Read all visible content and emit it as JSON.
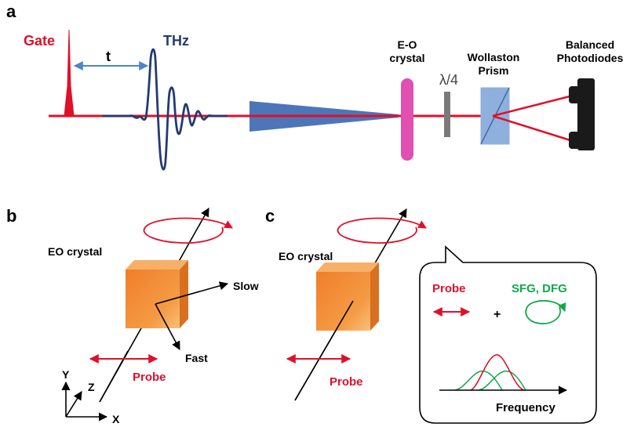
{
  "panels": {
    "a": {
      "letter": "a"
    },
    "b": {
      "letter": "b"
    },
    "c": {
      "letter": "c"
    }
  },
  "panel_a": {
    "gate": "Gate",
    "delay": "t",
    "thz": "THz",
    "eo_crystal_line1": "E-O",
    "eo_crystal_line2": "crystal",
    "waveplate": "λ/4",
    "wollaston_line1": "Wollaston",
    "wollaston_line2": "Prism",
    "photodiodes_line1": "Balanced",
    "photodiodes_line2": "Photodiodes"
  },
  "panel_b": {
    "eo_crystal": "EO crystal",
    "slow": "Slow",
    "fast": "Fast",
    "probe": "Probe",
    "axis_y": "Y",
    "axis_z": "Z",
    "axis_x": "X"
  },
  "panel_c": {
    "eo_crystal": "EO crystal",
    "probe": "Probe",
    "bubble_probe": "Probe",
    "plus": "+",
    "sfg_dfg": "SFG, DFG",
    "frequency": "Frequency"
  },
  "colors": {
    "beam_red": "#e0102a",
    "thz_blue": "#243a72",
    "crystal_orange": "#f39a3c",
    "eo_pink": "#e14fb0",
    "green": "#12a84a",
    "prism_blue": "#8fb0dc",
    "cone_blue": "#4d76b8"
  }
}
